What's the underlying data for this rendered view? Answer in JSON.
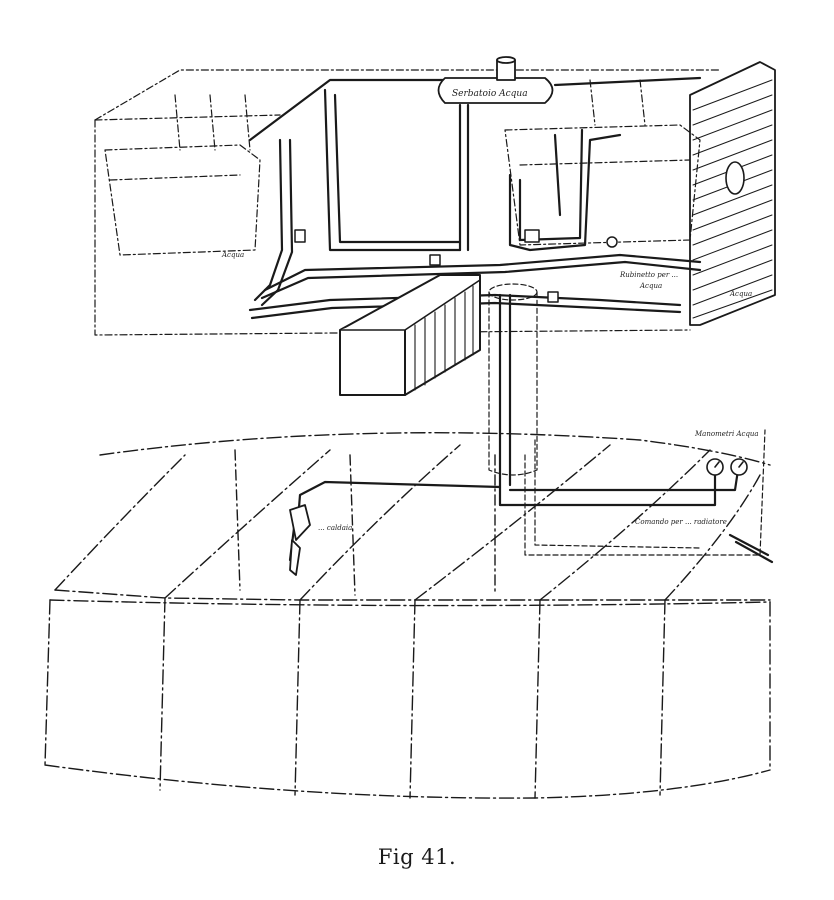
{
  "figure": {
    "caption": "Fig 41.",
    "labels": {
      "tank": "Serbatoio Acqua",
      "water_left": "Acqua",
      "pipe_line_right": "Acqua",
      "valve_note": "Rubinetto per ...",
      "outlet": "Acqua",
      "gauges": "Manometri Acqua",
      "control": "Comando per ... radiatore",
      "lower_left": "... caldaia"
    }
  }
}
